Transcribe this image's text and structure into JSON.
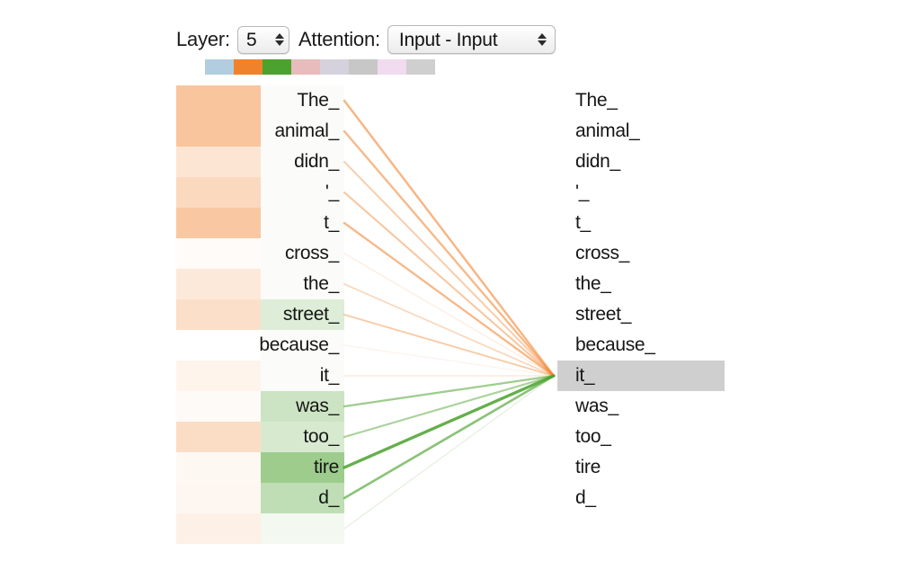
{
  "header": {
    "layer_label": "Layer:",
    "layer_value": "5",
    "attention_label": "Attention:",
    "attention_value": "Input - Input",
    "spinner_icon": "spinner-updown-icon"
  },
  "heads": [
    {
      "name": "head-1",
      "color": "#b3cde0"
    },
    {
      "name": "head-2",
      "color": "#f1822c"
    },
    {
      "name": "head-3",
      "color": "#4ba22e"
    },
    {
      "name": "head-4",
      "color": "#e8bcbc"
    },
    {
      "name": "head-5",
      "color": "#d5d2dd"
    },
    {
      "name": "head-6",
      "color": "#c7c7c7"
    },
    {
      "name": "head-7",
      "color": "#f0dcee"
    },
    {
      "name": "head-8",
      "color": "#cfcfcf"
    }
  ],
  "colors": {
    "orange_accent": "#f1822c",
    "green_accent": "#4ba22e",
    "selected_row_gray": "#cfcfcf",
    "text": "#161616"
  },
  "left_column": {
    "tokens": [
      "The_",
      "animal_",
      "didn_",
      "'_",
      "t_",
      "cross_",
      "the_",
      "street_",
      "because_",
      "it_",
      "was_",
      "too_",
      "tire",
      "d_"
    ],
    "heat_values": [
      0.58,
      0.58,
      0.26,
      0.38,
      0.55,
      0.04,
      0.22,
      0.32,
      0.0,
      0.11,
      0.05,
      0.34,
      0.07,
      0.09
    ],
    "green_values": [
      0.0,
      0.0,
      0.0,
      0.0,
      0.0,
      0.0,
      0.0,
      0.28,
      0.0,
      0.0,
      0.42,
      0.33,
      0.8,
      0.52
    ]
  },
  "right_column": {
    "tokens": [
      "The_",
      "animal_",
      "didn_",
      "'_",
      "t_",
      "cross_",
      "the_",
      "street_",
      "because_",
      "it_",
      "was_",
      "too_",
      "tire",
      "d_"
    ],
    "selected_index": 9,
    "selected_token": "it_"
  },
  "attention_edges": {
    "target_token": "it_",
    "weights": [
      0.46,
      0.44,
      0.3,
      0.34,
      0.44,
      0.06,
      0.22,
      0.3,
      0.02,
      0.1,
      0.42,
      0.36,
      0.72,
      0.52
    ],
    "colors": [
      "#f1822c",
      "#f1822c",
      "#f1822c",
      "#f1822c",
      "#f1822c",
      "#f1822c",
      "#f1822c",
      "#f1822c",
      "#f1822c",
      "#f1822c",
      "#4ba22e",
      "#4ba22e",
      "#4ba22e",
      "#4ba22e"
    ]
  }
}
